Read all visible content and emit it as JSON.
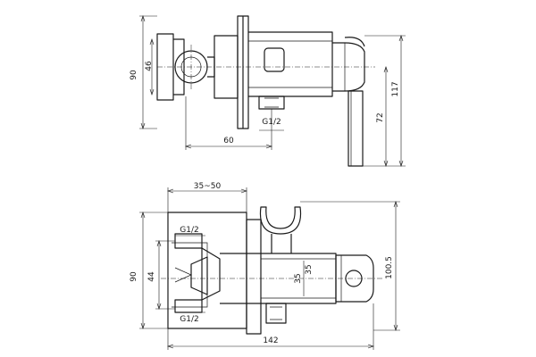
{
  "labels": {
    "top_90": "90",
    "top_46": "46",
    "top_117": "117",
    "top_72": "72",
    "top_g12": "G1/2",
    "top_60": "60",
    "bot_35_50": "35~50",
    "bot_g12_top": "G1/2",
    "bot_g12_bottom": "G1/2",
    "bot_90": "90",
    "bot_44": "44",
    "bot_35": "35",
    "bot_35b": "35",
    "bot_100_5": "100.5",
    "bot_142": "142"
  }
}
